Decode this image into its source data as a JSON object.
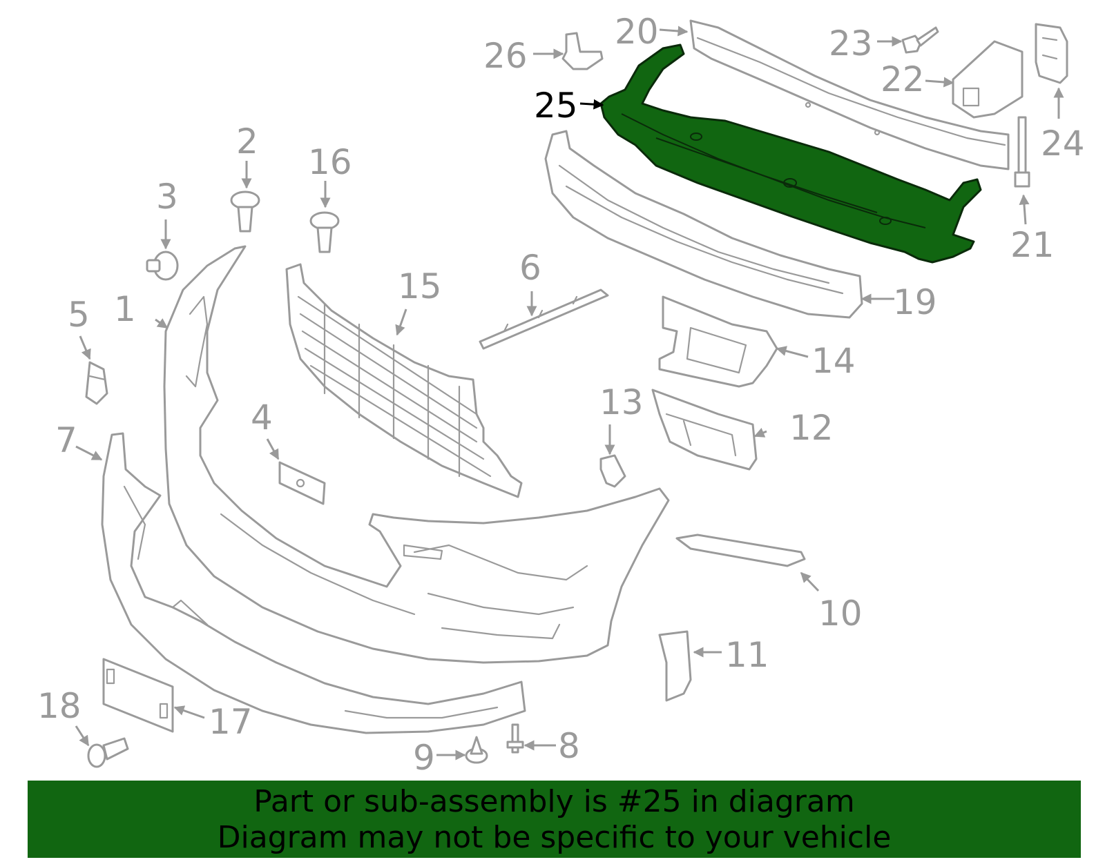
{
  "diagram": {
    "highlight_color": "#116611",
    "callouts": {
      "c1": "1",
      "c2": "2",
      "c3": "3",
      "c4": "4",
      "c5": "5",
      "c6": "6",
      "c7": "7",
      "c8": "8",
      "c9": "9",
      "c10": "10",
      "c11": "11",
      "c12": "12",
      "c13": "13",
      "c14": "14",
      "c15": "15",
      "c16": "16",
      "c17": "17",
      "c18": "18",
      "c19": "19",
      "c20": "20",
      "c21": "21",
      "c22": "22",
      "c23": "23",
      "c24": "24",
      "c25": "25",
      "c26": "26"
    },
    "highlighted_part": "25"
  },
  "banner": {
    "line1": "Part or sub-assembly is #25 in diagram",
    "line2": "Diagram may not be specific to your vehicle"
  }
}
